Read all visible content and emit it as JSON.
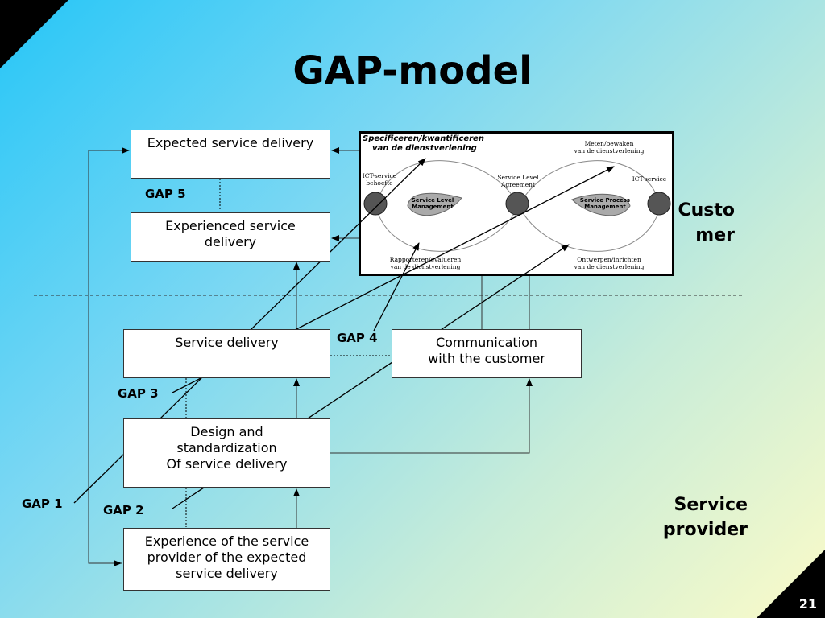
{
  "slide": {
    "title": "GAP-model",
    "page_number": "21"
  },
  "boxes": {
    "expected": "Expected service delivery",
    "experienced_1": "Experienced service",
    "experienced_2": "delivery",
    "service_delivery": "Service delivery",
    "communication_1": "Communication",
    "communication_2": "with the customer",
    "design_1": "Design and",
    "design_2": "standardization",
    "design_3": "Of service delivery",
    "experience_1": "Experience of the service",
    "experience_2": "provider of the expected",
    "experience_3": "service delivery"
  },
  "gaps": {
    "gap1": "GAP 1",
    "gap2": "GAP 2",
    "gap3": "GAP 3",
    "gap4": "GAP 4",
    "gap5": "GAP 5"
  },
  "labels": {
    "customer_1": "Custo",
    "customer_2": "mer",
    "provider_1": "Service",
    "provider_2": "provider"
  },
  "inset": {
    "heading_1": "Specificeren/kwantificeren",
    "heading_2": "van de dienstverlening",
    "ict_need_1": "ICT-service",
    "ict_need_2": "behoefte",
    "slm": "Service Level Management",
    "sla_1": "Service Level",
    "sla_2": "Agreement",
    "spm": "Service Process Management",
    "measure_1": "Meten/bewaken",
    "measure_2": "van de dienstverlening",
    "ict_service": "ICT-service",
    "report_1": "Rapporteren/evalueren",
    "report_2": "van de dienstverlening",
    "design_1": "Ontwerpen/inrichten",
    "design_2": "van de dienstverlening"
  },
  "colors": {
    "line": "#333333",
    "box_fill": "#ffffff",
    "arrow": "#000000"
  }
}
